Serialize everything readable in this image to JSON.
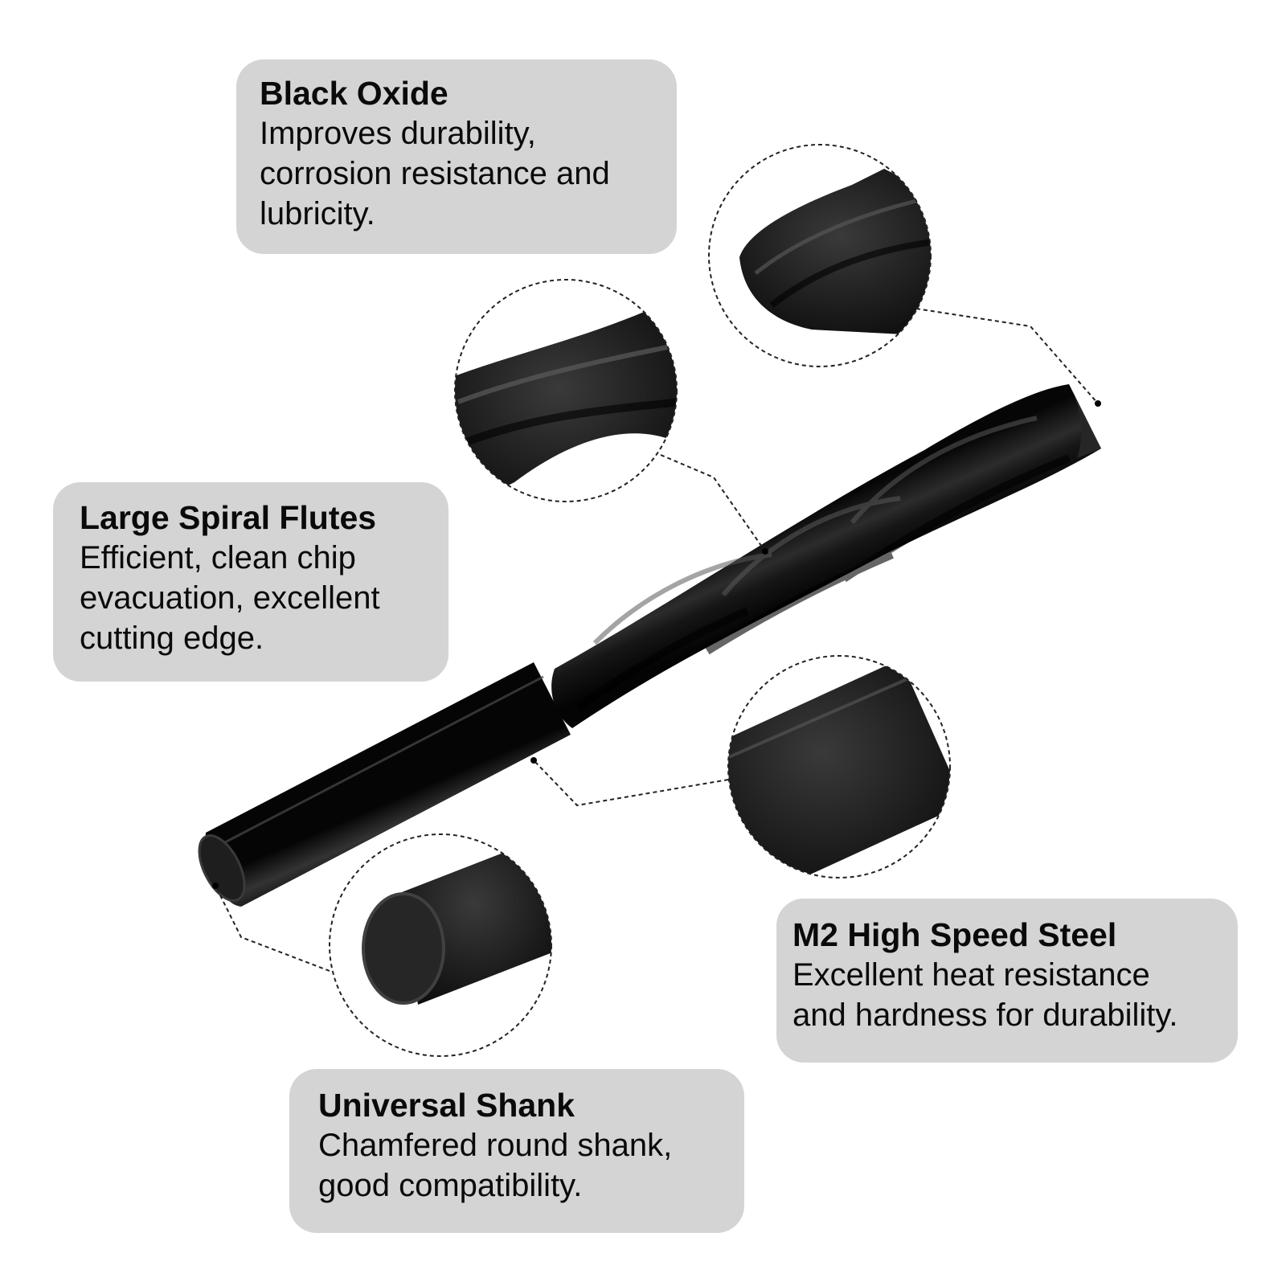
{
  "features": {
    "black_oxide": {
      "title": "Black Oxide",
      "lines": [
        "Improves durability,",
        "corrosion resistance and",
        "lubricity."
      ]
    },
    "spiral_flutes": {
      "title": "Large Spiral Flutes",
      "lines": [
        "Efficient, clean chip",
        "evacuation, excellent",
        "cutting edge."
      ]
    },
    "high_speed_steel": {
      "title": "M2 High Speed Steel",
      "lines": [
        "Excellent heat resistance",
        "and hardness for durability."
      ]
    },
    "universal_shank": {
      "title": "Universal Shank",
      "lines": [
        "Chamfered round shank,",
        "good compatibility."
      ]
    }
  },
  "colors": {
    "card_background": "#d4d4d4",
    "drill_body": "#161616",
    "text": "#0a0a0a",
    "callout_line": "#000000"
  },
  "icons": {
    "product": "twist-drill-bit",
    "detail_views": [
      "drill-tip-detail",
      "spiral-flute-detail",
      "shank-surface-detail",
      "shank-end-detail"
    ]
  }
}
